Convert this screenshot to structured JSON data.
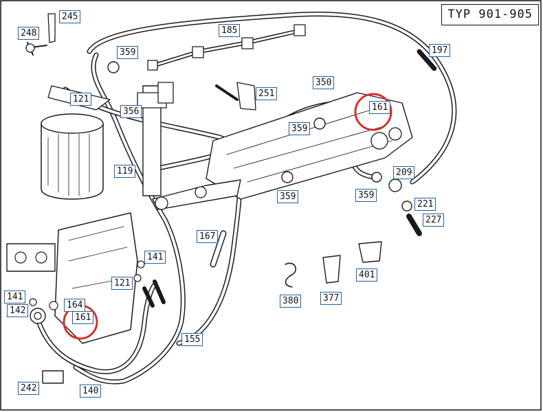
{
  "title": "TYP 901-905",
  "labels": [
    "248",
    "245",
    "185",
    "359",
    "197",
    "121",
    "356",
    "251",
    "350",
    "161",
    "119",
    "359",
    "209",
    "359",
    "359",
    "221",
    "227",
    "167",
    "141",
    "121",
    "401",
    "380",
    "377",
    "141",
    "164",
    "161",
    "142",
    "155",
    "242",
    "140"
  ],
  "colors": {
    "label_border": "#1f5fa3",
    "highlight": "#d6302a",
    "line": "#1a1a1a"
  }
}
